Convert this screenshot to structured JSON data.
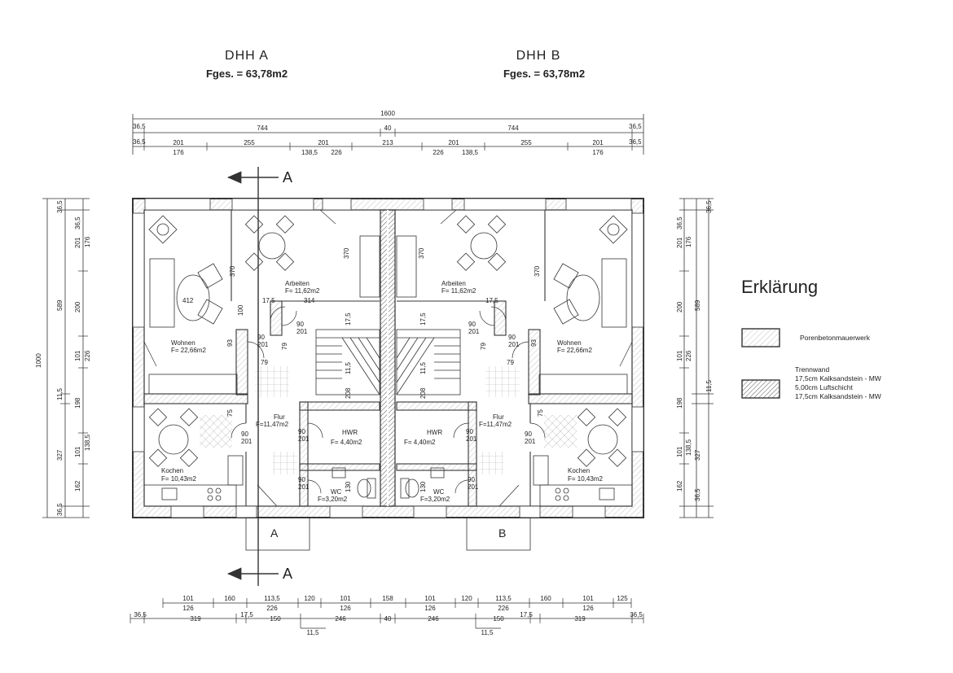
{
  "headers": {
    "a": {
      "name": "DHH  A",
      "area": "Fges.  =  63,78m2"
    },
    "b": {
      "name": "DHH  B",
      "area": "Fges.  =  63,78m2"
    }
  },
  "top_dims": {
    "overall": "1600",
    "row1": [
      "36,5",
      "744",
      "40",
      "744",
      "36,5"
    ],
    "row2_top": [
      "36,5",
      "201",
      "255",
      "201",
      "213",
      "201",
      "255",
      "201",
      "36,5"
    ],
    "row2_bottom": [
      "176",
      "138,5",
      "226",
      "226",
      "138,5",
      "176"
    ]
  },
  "section_marker": "A",
  "rooms_a": {
    "wohnen": {
      "name": "Wohnen",
      "area": "F=  22,66m2"
    },
    "arbeiten": {
      "name": "Arbeiten",
      "area": "F=  11,62m2"
    },
    "flur": {
      "name": "Flur",
      "area": "F=11,47m2"
    },
    "kochen": {
      "name": "Kochen",
      "area": "F=  10,43m2"
    },
    "hwr": {
      "name": "HWR",
      "area": "F=  4,40m2"
    },
    "wc": {
      "name": "WC",
      "area": "F=3,20m2"
    }
  },
  "rooms_b": {
    "wohnen": {
      "name": "Wohnen",
      "area": "F=  22,66m2"
    },
    "arbeiten": {
      "name": "Arbeiten",
      "area": "F=  11,62m2"
    },
    "flur": {
      "name": "Flur",
      "area": "F=11,47m2"
    },
    "kochen": {
      "name": "Kochen",
      "area": "F=  10,43m2"
    },
    "hwr": {
      "name": "HWR",
      "area": "F=  4,40m2"
    },
    "wc": {
      "name": "WC",
      "area": "F=3,20m2"
    }
  },
  "inner_dims": {
    "d412": "412",
    "d175": "17,5",
    "d314": "314",
    "d370": "370",
    "d100": "100",
    "d93": "93",
    "d79": "79",
    "d75": "75",
    "d208": "208",
    "d115": "11,5",
    "d130": "130",
    "door90": "90",
    "door201": "201"
  },
  "entrance_labels": [
    "A",
    "B"
  ],
  "left_dims": {
    "total": "1000",
    "col1": [
      "36,5",
      "589",
      "11,5",
      "327",
      "36,5"
    ],
    "col2": [
      "36,5",
      "201",
      "200",
      "101",
      "198",
      "101",
      "162"
    ],
    "col3": [
      "176",
      "226",
      "138,5"
    ]
  },
  "right_dims": {
    "col1": [
      "36,5",
      "589",
      "11,5",
      "327",
      "36,5"
    ],
    "col2": [
      "36,5",
      "201",
      "200",
      "101",
      "198",
      "101",
      "162"
    ],
    "col3": [
      "176",
      "226",
      "138,5"
    ]
  },
  "bottom_dims": {
    "row1_top": [
      "101",
      "160",
      "113,5",
      "120",
      "101",
      "158",
      "101",
      "120",
      "113,5",
      "160",
      "101",
      "125"
    ],
    "row1_bottom": [
      "126",
      "226",
      "126",
      "126",
      "226",
      "126"
    ],
    "row2": [
      "36,5",
      "319",
      "17,5",
      "150",
      "246",
      "40",
      "246",
      "150",
      "17,5",
      "319",
      "36,5"
    ],
    "row3": [
      "11,5",
      "11,5"
    ]
  },
  "legend": {
    "title": "Erklärung",
    "item1": "Porenbetonmauerwerk",
    "item2_lines": [
      "Trennwand",
      "17,5cm Kalksandstein - MW",
      "5,00cm Luftschicht",
      "17,5cm Kalksandstein - MW"
    ]
  }
}
